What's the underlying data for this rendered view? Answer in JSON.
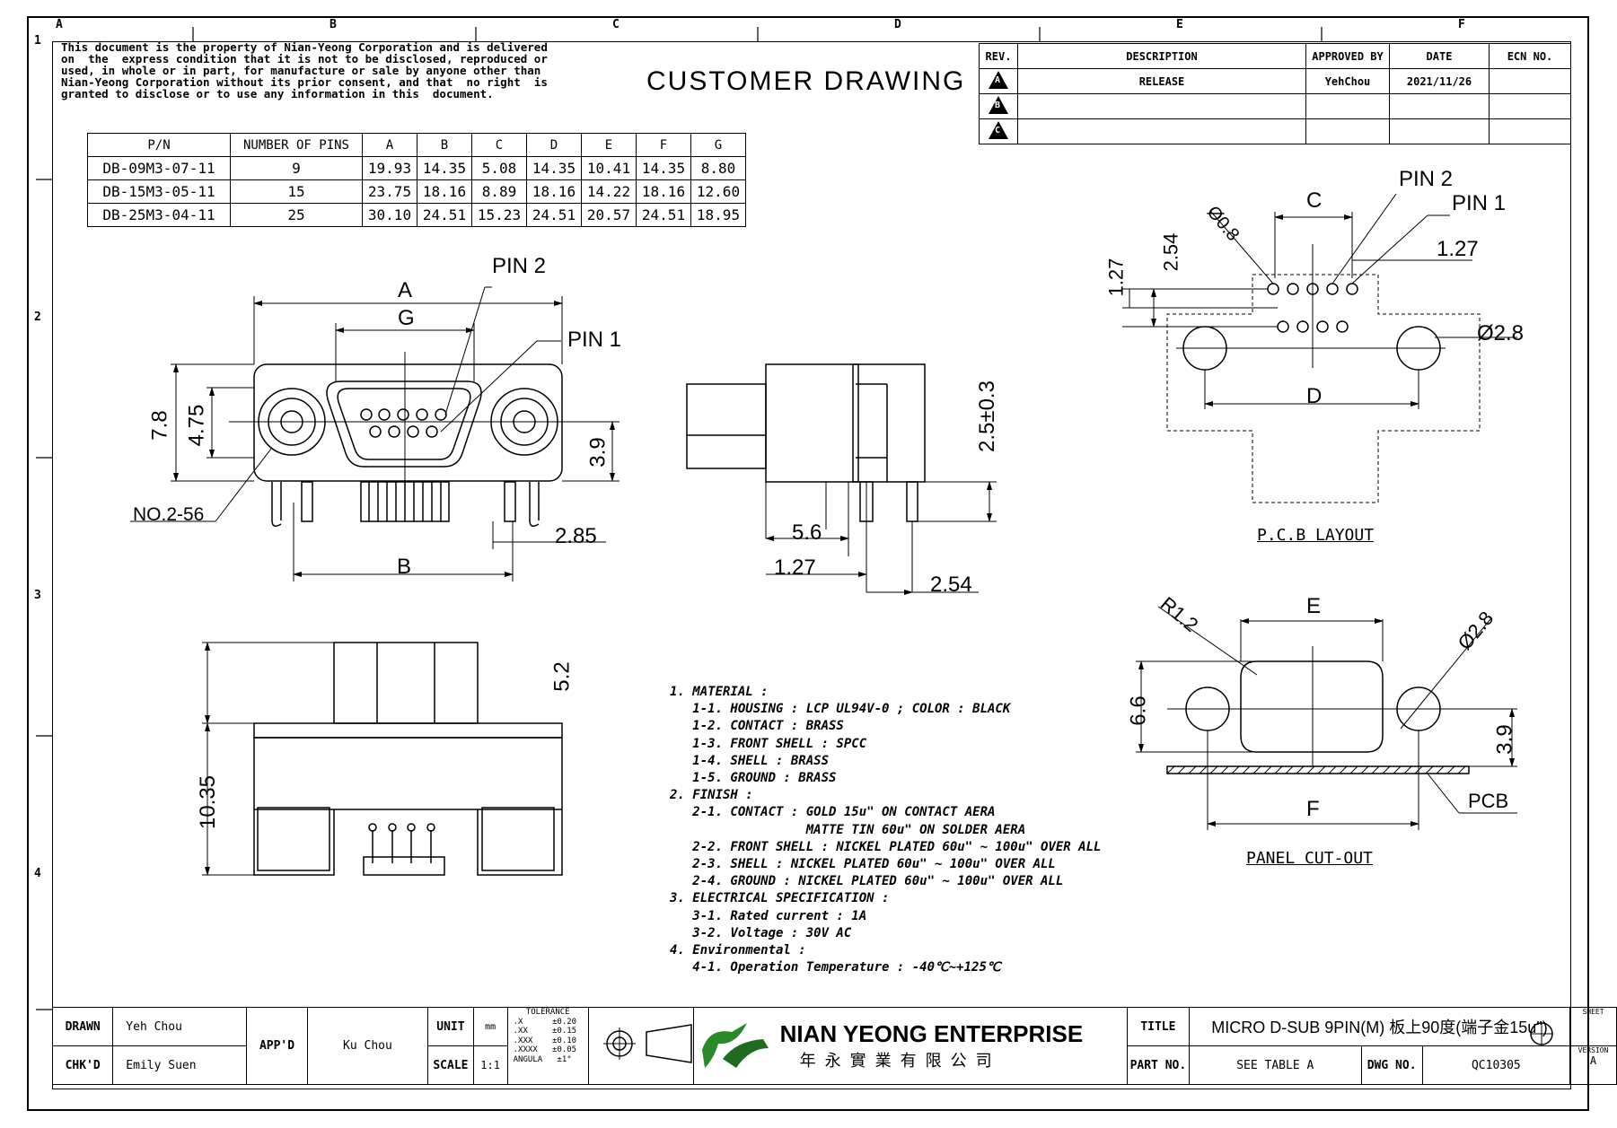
{
  "notice": "This document is the property of Nian-Yeong Corporation and is delivered\non  the  express condition that it is not to be disclosed, reproduced or\nused, in whole or in part, for manufacture or sale by anyone other than\nNian-Yeong Corporation without its prior consent, and that  no right  is\ngranted to disclose or to use any information in this  document.",
  "title": "CUSTOMER  DRAWING",
  "zones": {
    "cols": [
      "A",
      "B",
      "C",
      "D",
      "E",
      "F"
    ],
    "rows": [
      "1",
      "2",
      "3",
      "4"
    ]
  },
  "parts_table": {
    "headers": [
      "P/N",
      "NUMBER OF PINS",
      "A",
      "B",
      "C",
      "D",
      "E",
      "F",
      "G"
    ],
    "rows": [
      [
        "DB-09M3-07-11",
        "9",
        "19.93",
        "14.35",
        "5.08",
        "14.35",
        "10.41",
        "14.35",
        "8.80"
      ],
      [
        "DB-15M3-05-11",
        "15",
        "23.75",
        "18.16",
        "8.89",
        "18.16",
        "14.22",
        "18.16",
        "12.60"
      ],
      [
        "DB-25M3-04-11",
        "25",
        "30.10",
        "24.51",
        "15.23",
        "24.51",
        "20.57",
        "24.51",
        "18.95"
      ]
    ]
  },
  "revision_table": {
    "headers": [
      "REV.",
      "DESCRIPTION",
      "APPROVED BY",
      "DATE",
      "ECN NO."
    ],
    "rows": [
      [
        "A",
        "RELEASE",
        "YehChou",
        "2021/11/26",
        ""
      ],
      [
        "B",
        "",
        "",
        "",
        ""
      ],
      [
        "C",
        "",
        "",
        "",
        ""
      ]
    ]
  },
  "dims": {
    "front": {
      "a": "A",
      "g": "G",
      "pin2": "PIN 2",
      "pin1": "PIN 1",
      "h1": "7.8",
      "h2": "4.75",
      "h3": "3.9",
      "nut": "NO.2-56",
      "d1": "2.85",
      "b": "B"
    },
    "side": {
      "h": "2.5±0.3",
      "d1": "5.6",
      "d2": "1.27",
      "d3": "2.54"
    },
    "pcb": {
      "c": "C",
      "pin2": "PIN 2",
      "pin1": "PIN 1",
      "hole": "Ø0.8",
      "v1": "2.54",
      "v2": "1.27",
      "p": "1.27",
      "mount": "Ø2.8",
      "d": "D",
      "caption": "P.C.B  LAYOUT"
    },
    "bottom": {
      "h1": "5.2",
      "h2": "10.35"
    },
    "panel": {
      "r": "R1.2",
      "e": "E",
      "hole": "Ø2.8",
      "h1": "6.6",
      "h2": "3.9",
      "f": "F",
      "pcb": "PCB",
      "caption": "PANEL  CUT-OUT"
    }
  },
  "notes": "1. MATERIAL :\n   1-1. HOUSING : LCP UL94V-0 ; COLOR : BLACK\n   1-2. CONTACT : BRASS\n   1-3. FRONT SHELL : SPCC\n   1-4. SHELL : BRASS\n   1-5. GROUND : BRASS\n2. FINISH :\n   2-1. CONTACT : GOLD 15u\" ON CONTACT AERA\n                  MATTE TIN 60u\" ON SOLDER AERA\n   2-2. FRONT SHELL : NICKEL PLATED 60u\" ~ 100u\" OVER ALL\n   2-3. SHELL : NICKEL PLATED 60u\" ~ 100u\" OVER ALL\n   2-4. GROUND : NICKEL PLATED 60u\" ~ 100u\" OVER ALL\n3. ELECTRICAL SPECIFICATION :\n   3-1. Rated current : 1A\n   3-2. Voltage : 30V AC\n4. Environmental :\n   4-1. Operation Temperature : -40℃~+125℃",
  "titleblock": {
    "drawn_label": "DRAWN",
    "drawn": "Yeh Chou",
    "chkd_label": "CHK'D",
    "chkd": "Emily Suen",
    "appd_label": "APP'D",
    "appd": "Ku Chou",
    "unit_label": "UNIT",
    "unit": "mm",
    "scale_label": "SCALE",
    "scale": "1:1",
    "tol_title": "TOLERANCE",
    "tol_lines": [
      ".X      ±0.20",
      ".XX     ±0.15",
      ".XXX    ±0.10",
      ".XXXX   ±0.05",
      "ANGULA   ±1°"
    ],
    "company": "NIAN YEONG ENTERPRISE",
    "company_cn": "年永實業有限公司",
    "title_label": "TITLE",
    "title": "MICRO  D-SUB  9PIN(M)  板上90度(端子金15u\")",
    "partno_label": "PART NO.",
    "partno": "SEE  TABLE  A",
    "dwgno_label": "DWG NO.",
    "dwgno": "QC10305",
    "sheet_label": "SHEET",
    "version_label": "VERSION",
    "version": "A"
  }
}
